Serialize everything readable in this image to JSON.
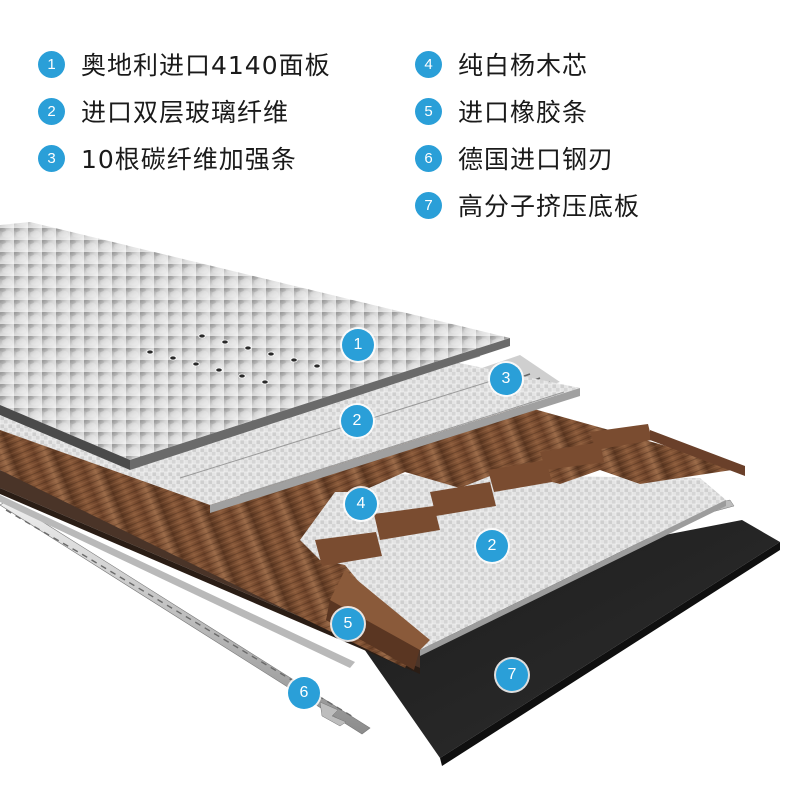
{
  "colors": {
    "accent": "#2a9fd8"
  },
  "legend": [
    {
      "num": "1",
      "label": "奥地利进口4140面板"
    },
    {
      "num": "2",
      "label": "进口双层玻璃纤维"
    },
    {
      "num": "3",
      "label": "10根碳纤维加强条"
    },
    {
      "num": "4",
      "label": "纯白杨木芯"
    },
    {
      "num": "5",
      "label": "进口橡胶条"
    },
    {
      "num": "6",
      "label": "德国进口钢刃"
    },
    {
      "num": "7",
      "label": "高分子挤压底板"
    }
  ],
  "callouts": [
    {
      "num": "1",
      "layer": "top-sheet"
    },
    {
      "num": "3",
      "layer": "carbon-stringers"
    },
    {
      "num": "2",
      "layer": "upper-fiberglass"
    },
    {
      "num": "4",
      "layer": "wood-core"
    },
    {
      "num": "2",
      "layer": "lower-fiberglass"
    },
    {
      "num": "5",
      "layer": "rubber-strip"
    },
    {
      "num": "6",
      "layer": "steel-edge"
    },
    {
      "num": "7",
      "layer": "base"
    }
  ]
}
